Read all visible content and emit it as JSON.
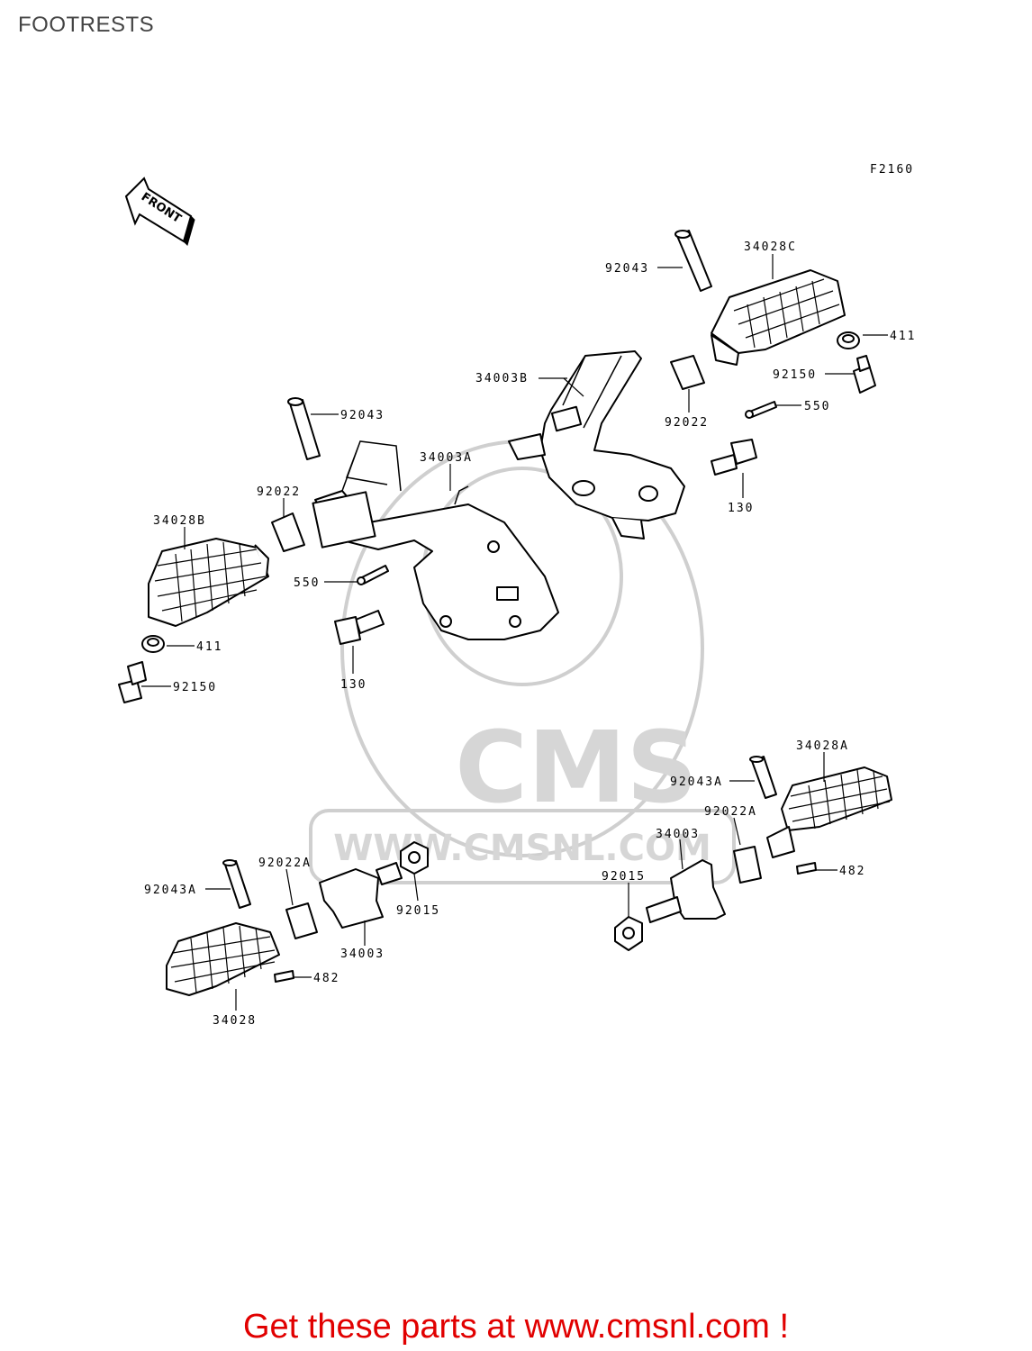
{
  "title": "FOOTRESTS",
  "figure_code": "F2160",
  "front_label": "FRONT",
  "watermark": {
    "brand": "CMS",
    "url": "WWW.CMSNL.COM"
  },
  "promo_text": "Get these parts at www.cmsnl.com !",
  "callouts": [
    "92043",
    "34028C",
    "411",
    "34003B",
    "92150",
    "92022",
    "550",
    "130",
    "92043",
    "34003A",
    "92022",
    "34028B",
    "550",
    "411",
    "130",
    "92150",
    "34028A",
    "92043A",
    "92022A",
    "34003",
    "482",
    "92015",
    "92043A",
    "92022A",
    "34003",
    "92015",
    "482",
    "34028"
  ],
  "colors": {
    "promo": "#e10000",
    "title": "#444444",
    "watermark": "#cfcfcf"
  }
}
